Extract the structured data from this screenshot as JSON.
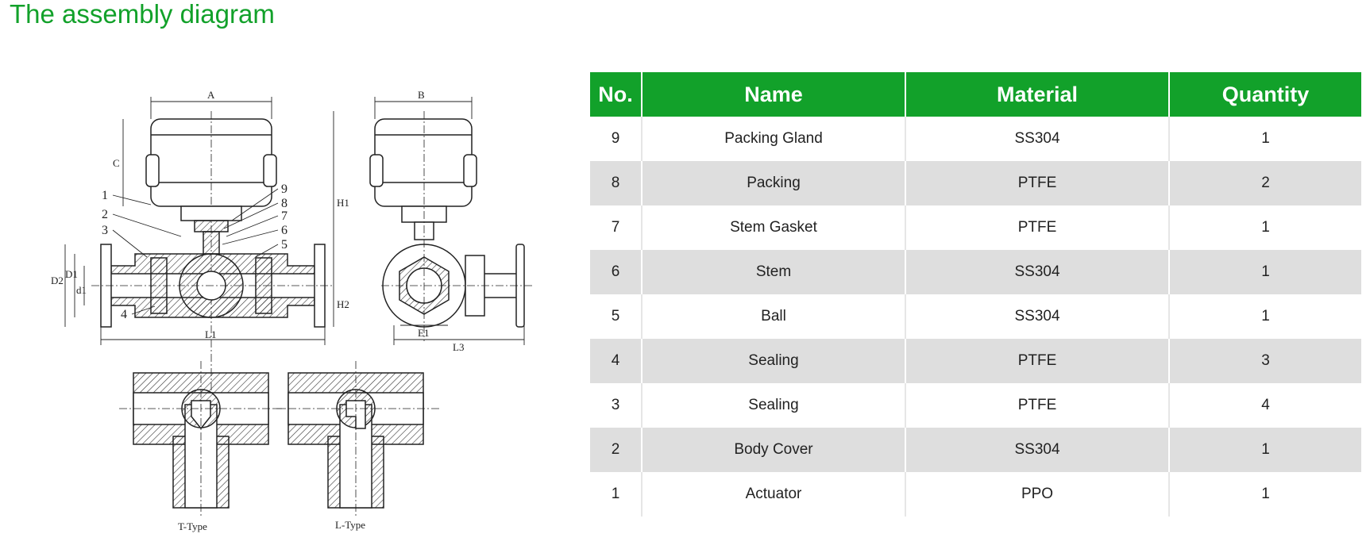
{
  "page": {
    "title": "The assembly diagram"
  },
  "diagram": {
    "dimension_labels": {
      "A": "A",
      "B": "B",
      "C": "C",
      "H1": "H1",
      "H2": "H2",
      "D2": "D2",
      "D1": "D1",
      "d1": "d1",
      "L1": "L1",
      "L3": "L3",
      "E1": "E1"
    },
    "callouts": [
      "1",
      "2",
      "3",
      "4",
      "5",
      "6",
      "7",
      "8",
      "9"
    ],
    "t_type_label": "T-Type",
    "l_type_label": "L-Type"
  },
  "table": {
    "headers": {
      "no": "No.",
      "name": "Name",
      "material": "Material",
      "quantity": "Quantity"
    },
    "rows": [
      {
        "no": "9",
        "name": "Packing Gland",
        "material": "SS304",
        "quantity": "1"
      },
      {
        "no": "8",
        "name": "Packing",
        "material": "PTFE",
        "quantity": "2"
      },
      {
        "no": "7",
        "name": "Stem Gasket",
        "material": "PTFE",
        "quantity": "1"
      },
      {
        "no": "6",
        "name": "Stem",
        "material": "SS304",
        "quantity": "1"
      },
      {
        "no": "5",
        "name": "Ball",
        "material": "SS304",
        "quantity": "1"
      },
      {
        "no": "4",
        "name": "Sealing",
        "material": "PTFE",
        "quantity": "3"
      },
      {
        "no": "3",
        "name": "Sealing",
        "material": "PTFE",
        "quantity": "4"
      },
      {
        "no": "2",
        "name": "Body Cover",
        "material": "SS304",
        "quantity": "1"
      },
      {
        "no": "1",
        "name": "Actuator",
        "material": "PPO",
        "quantity": "1"
      }
    ]
  },
  "colors": {
    "accent": "#12a12a",
    "row_alt": "#dedede",
    "line": "#222222"
  }
}
